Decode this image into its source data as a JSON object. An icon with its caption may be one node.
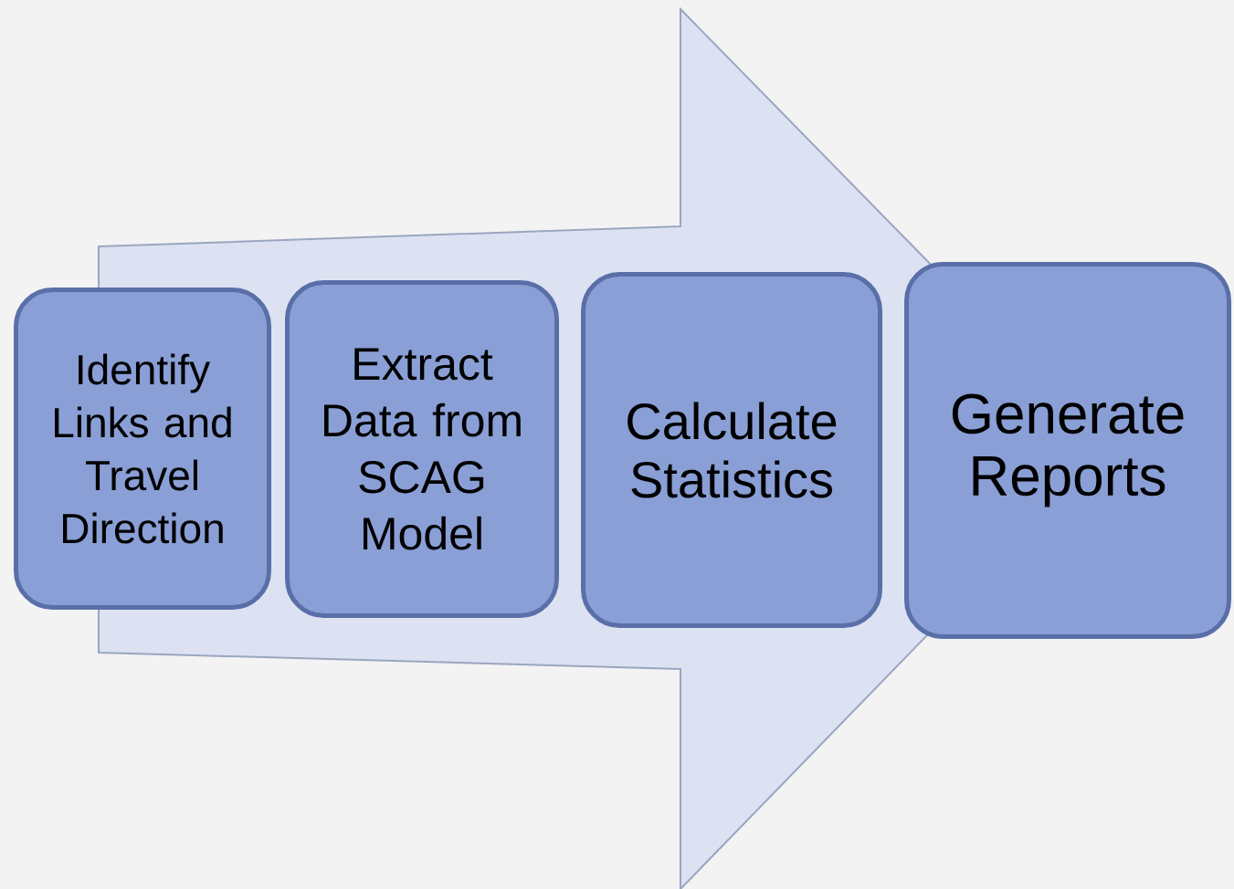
{
  "diagram": {
    "nodes": [
      {
        "text": [
          "Identify Links and Travel Direction"
        ]
      },
      {
        "text": [
          "Extract Data from SCAG Model"
        ]
      },
      {
        "text": [
          "Calculate Statistics"
        ]
      },
      {
        "text": [
          "Generate Reports"
        ]
      }
    ],
    "edges": [
      {
        "from": 0,
        "to": 3,
        "arrow": "to"
      }
    ]
  }
}
